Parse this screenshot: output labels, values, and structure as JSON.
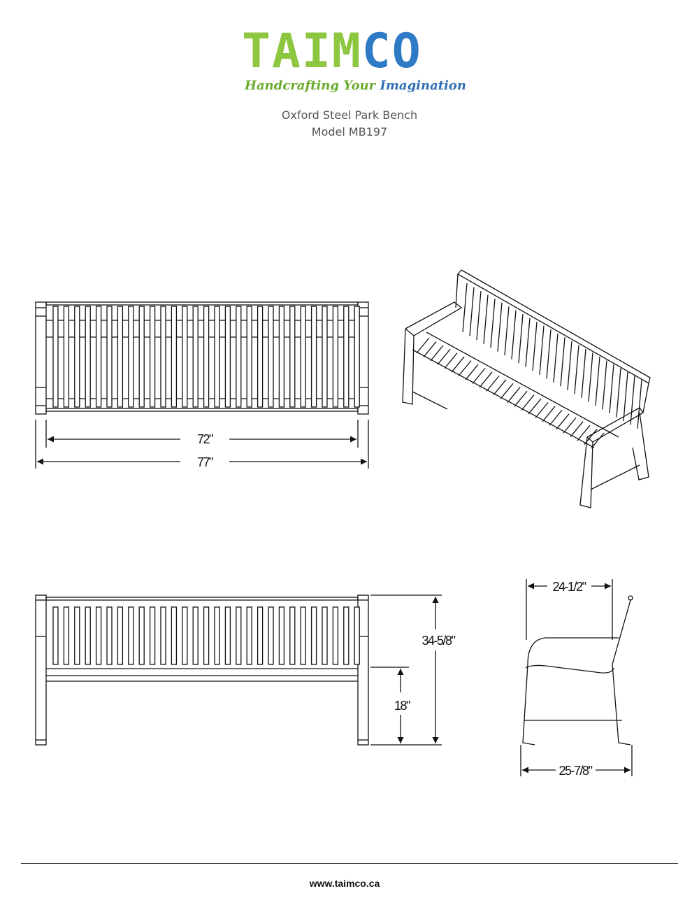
{
  "logo": {
    "brand_green": "TAIM",
    "brand_blue": "CO",
    "tagline_green": "Handcrafting Your",
    "tagline_blue": "Imagination",
    "colors": {
      "green": "#8dc63f",
      "blue": "#2f7ac4"
    }
  },
  "product": {
    "name": "Oxford Steel Park Bench",
    "model": "Model MB197"
  },
  "dimensions": {
    "seat_length": "72\"",
    "overall_length": "77\"",
    "overall_height": "34-5/8\"",
    "seat_height": "18\"",
    "armrest_depth": "24-1/2\"",
    "overall_depth": "25-7/8\""
  },
  "views": [
    "top-view",
    "isometric-view",
    "front-view",
    "side-view"
  ],
  "footer": {
    "website": "www.taimco.ca"
  }
}
